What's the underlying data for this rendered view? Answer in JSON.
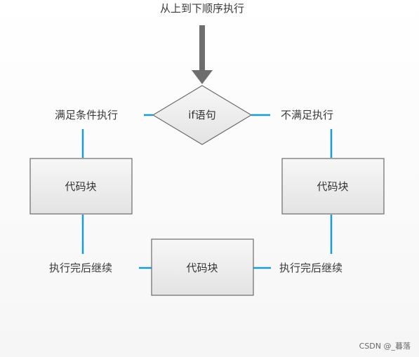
{
  "diagram": {
    "title": "从上到下顺序执行",
    "decision": "if语句",
    "branch_true": "满足条件执行",
    "branch_false": "不满足执行",
    "block_left": "代码块",
    "block_right": "代码块",
    "block_bottom": "代码块",
    "continue_left": "执行完后继续",
    "continue_right": "执行完后继续"
  },
  "watermark": "CSDN @_暮落",
  "colors": {
    "connector": "#1a9bd3",
    "arrow": "#6d6d6d",
    "box_border": "#6b6b6b",
    "box_fill_top": "#f6f6f6",
    "box_fill_bottom": "#e4e4e4",
    "background": "#ffffff"
  }
}
